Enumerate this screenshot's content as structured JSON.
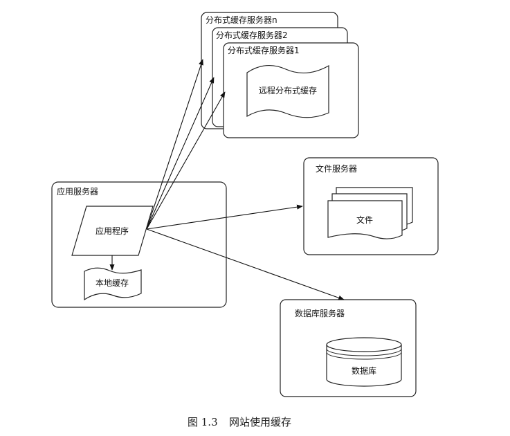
{
  "nodes": {
    "dist_server_n": "分布式缓存服务器n",
    "dist_server_2": "分布式缓存服务器2",
    "dist_server_1": "分布式缓存服务器1",
    "remote_cache": "远程分布式缓存",
    "app_server": "应用服务器",
    "app_program": "应用程序",
    "local_cache": "本地缓存",
    "file_server": "文件服务器",
    "file": "文件",
    "db_server": "数据库服务器",
    "database": "数据库"
  },
  "caption": {
    "number": "图 1.3",
    "text": "网站使用缓存"
  }
}
